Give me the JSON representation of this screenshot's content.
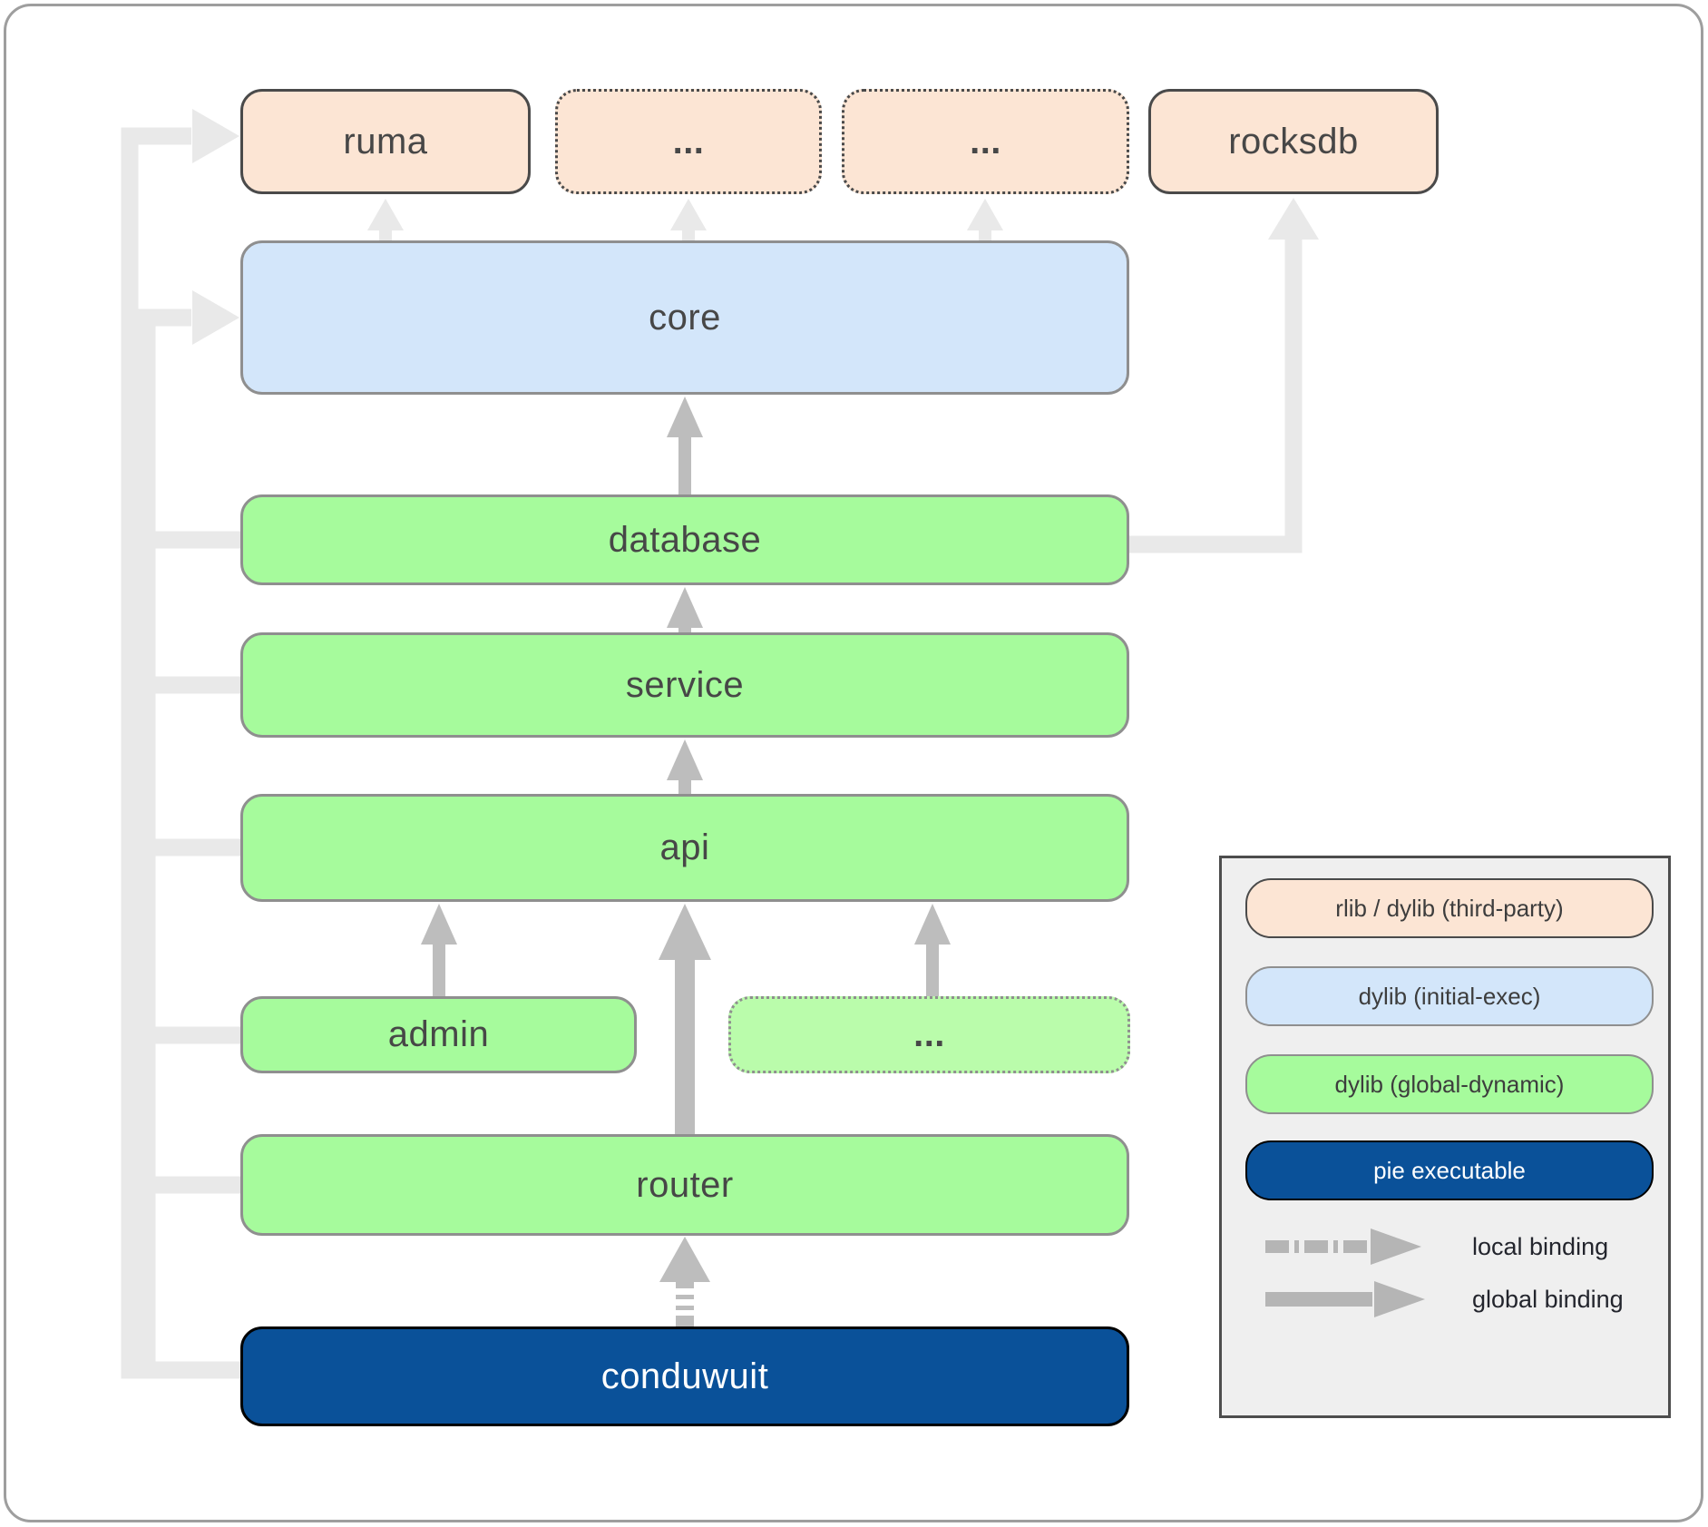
{
  "nodes": {
    "ruma": {
      "label": "ruma"
    },
    "thirdparty_more_1": {
      "label": "..."
    },
    "thirdparty_more_2": {
      "label": "..."
    },
    "rocksdb": {
      "label": "rocksdb"
    },
    "core": {
      "label": "core"
    },
    "database": {
      "label": "database"
    },
    "service": {
      "label": "service"
    },
    "api": {
      "label": "api"
    },
    "admin": {
      "label": "admin"
    },
    "api_more": {
      "label": "..."
    },
    "router": {
      "label": "router"
    },
    "conduwuit": {
      "label": "conduwuit"
    }
  },
  "legend": {
    "items": [
      {
        "label": "rlib / dylib (third-party)",
        "type": "third-party"
      },
      {
        "label": "dylib (initial-exec)",
        "type": "initial-exec"
      },
      {
        "label": "dylib (global-dynamic)",
        "type": "global-dynamic"
      },
      {
        "label": "pie executable",
        "type": "pie-executable"
      }
    ],
    "bindings": [
      {
        "label": "local binding",
        "style": "dashed-arrow"
      },
      {
        "label": "global binding",
        "style": "solid-arrow"
      }
    ]
  },
  "colors": {
    "third_party_fill": "#fce5d4",
    "initial_exec_fill": "#d3e6fa",
    "global_dynamic_fill": "#a6fb9c",
    "global_dynamic_muted_fill": "#bafcab",
    "pie_executable_fill": "#0a5199",
    "arrow_light": "#e9e9e9",
    "arrow_gray": "#bdbdbd",
    "node_label_text": "#474747",
    "legend_background": "#efefef"
  }
}
